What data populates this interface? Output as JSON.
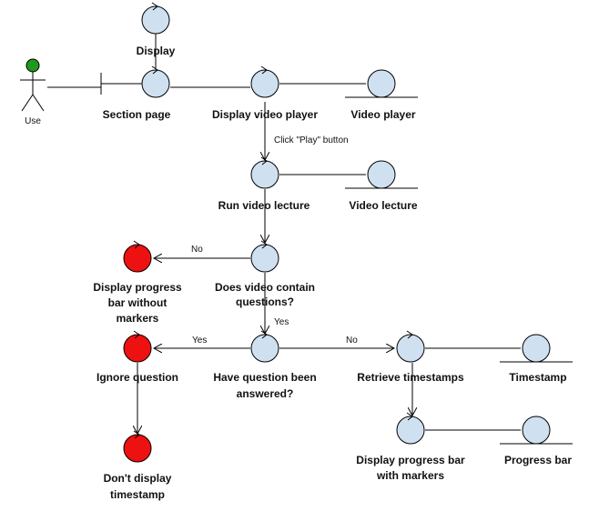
{
  "colors": {
    "control_fill": "#cfe0f1",
    "terminal_fill": "#ee1111",
    "actor_head": "#1f9a1f",
    "stroke": "#000000"
  },
  "actor": {
    "label": "Use"
  },
  "nodes": {
    "display": "Display",
    "section_page": "Section page",
    "display_video_player": "Display video player",
    "video_player": "Video player",
    "run_video_lecture": "Run video lecture",
    "video_lecture": "Video lecture",
    "does_video_contain_line1": "Does video contain",
    "does_video_contain_line2": "questions?",
    "display_progress_bar_without_line1": "Display progress",
    "display_progress_bar_without_line2": "bar without",
    "display_progress_bar_without_line3": "markers",
    "ignore_question": "Ignore question",
    "have_question_answered_line1": "Have question been",
    "have_question_answered_line2": "answered?",
    "retrieve_timestamps": "Retrieve timestamps",
    "timestamp": "Timestamp",
    "dont_display_line1": "Don't display",
    "dont_display_line2": "timestamp",
    "display_progress_bar_with_line1": "Display progress bar",
    "display_progress_bar_with_line2": "with markers",
    "progress_bar": "Progress bar"
  },
  "edges": {
    "click_play": "Click \"Play\" button",
    "no_1": "No",
    "yes_1": "Yes",
    "yes_2": "Yes",
    "no_2": "No"
  }
}
